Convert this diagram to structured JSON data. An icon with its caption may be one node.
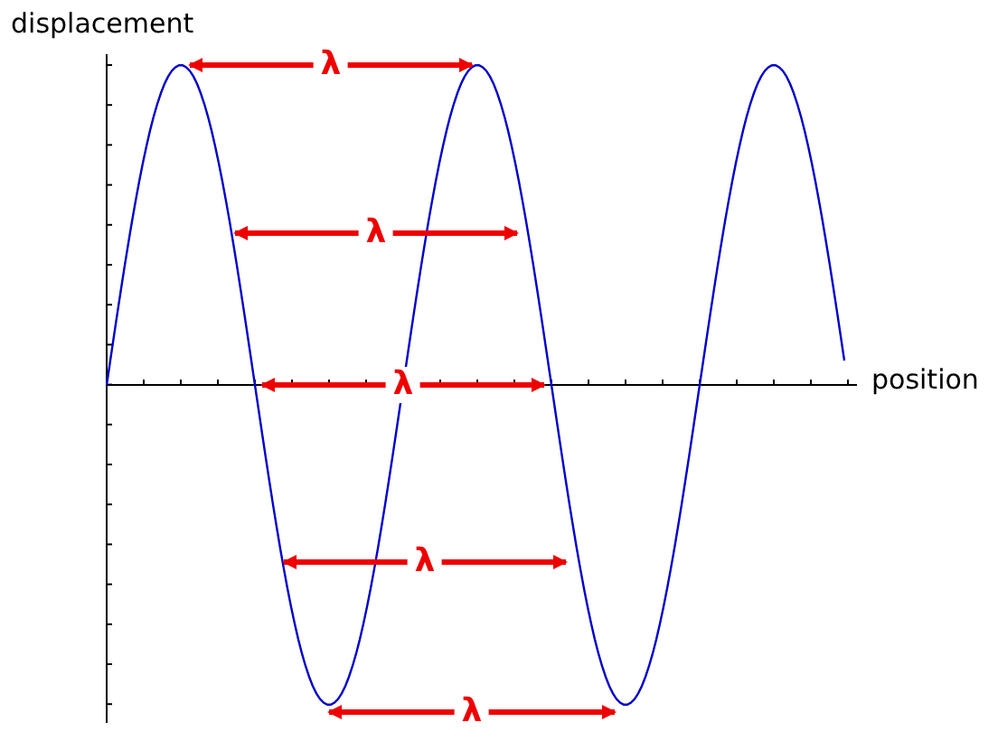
{
  "diagram": {
    "labels": [
      "displacement",
      "position",
      "λ",
      "λ",
      "λ",
      "λ",
      "λ"
    ]
  }
}
